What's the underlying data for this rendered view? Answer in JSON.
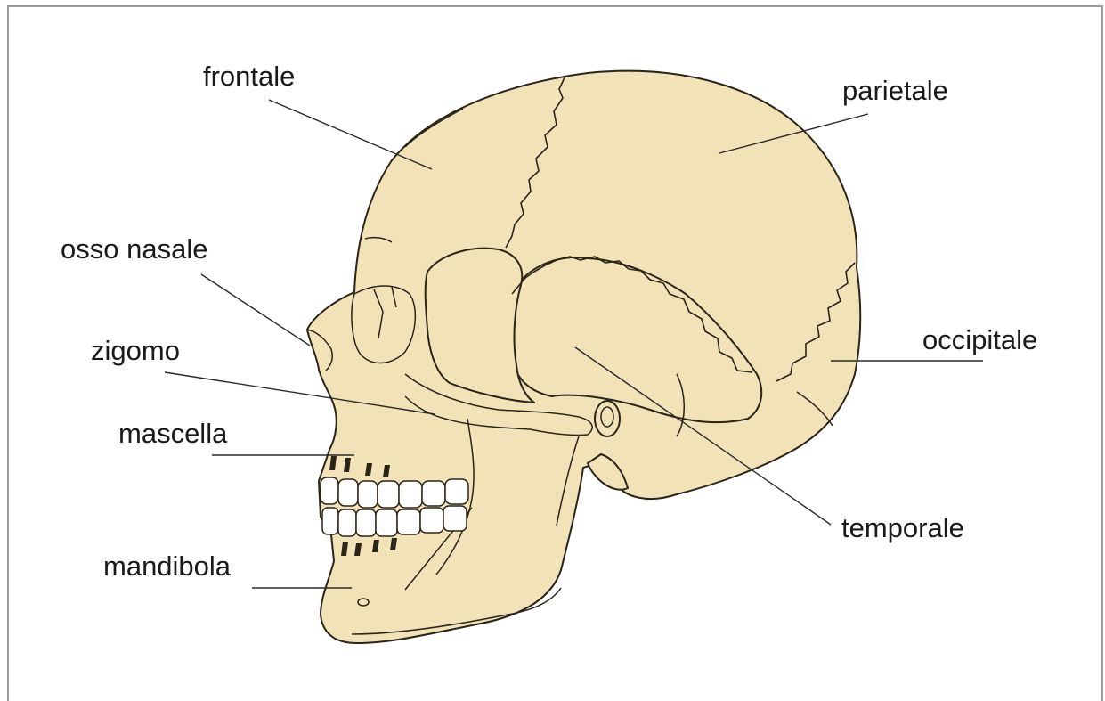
{
  "labels": {
    "frontale": "frontale",
    "parietale": "parietale",
    "osso_nasale": "osso nasale",
    "occipitale": "occipitale",
    "zigomo": "zigomo",
    "mascella": "mascella",
    "temporale": "temporale",
    "mandibola": "mandibola"
  },
  "colors": {
    "bone_fill": "#f1e2b8",
    "outline": "#2b2418",
    "frame_border": "#9a9a9a"
  }
}
